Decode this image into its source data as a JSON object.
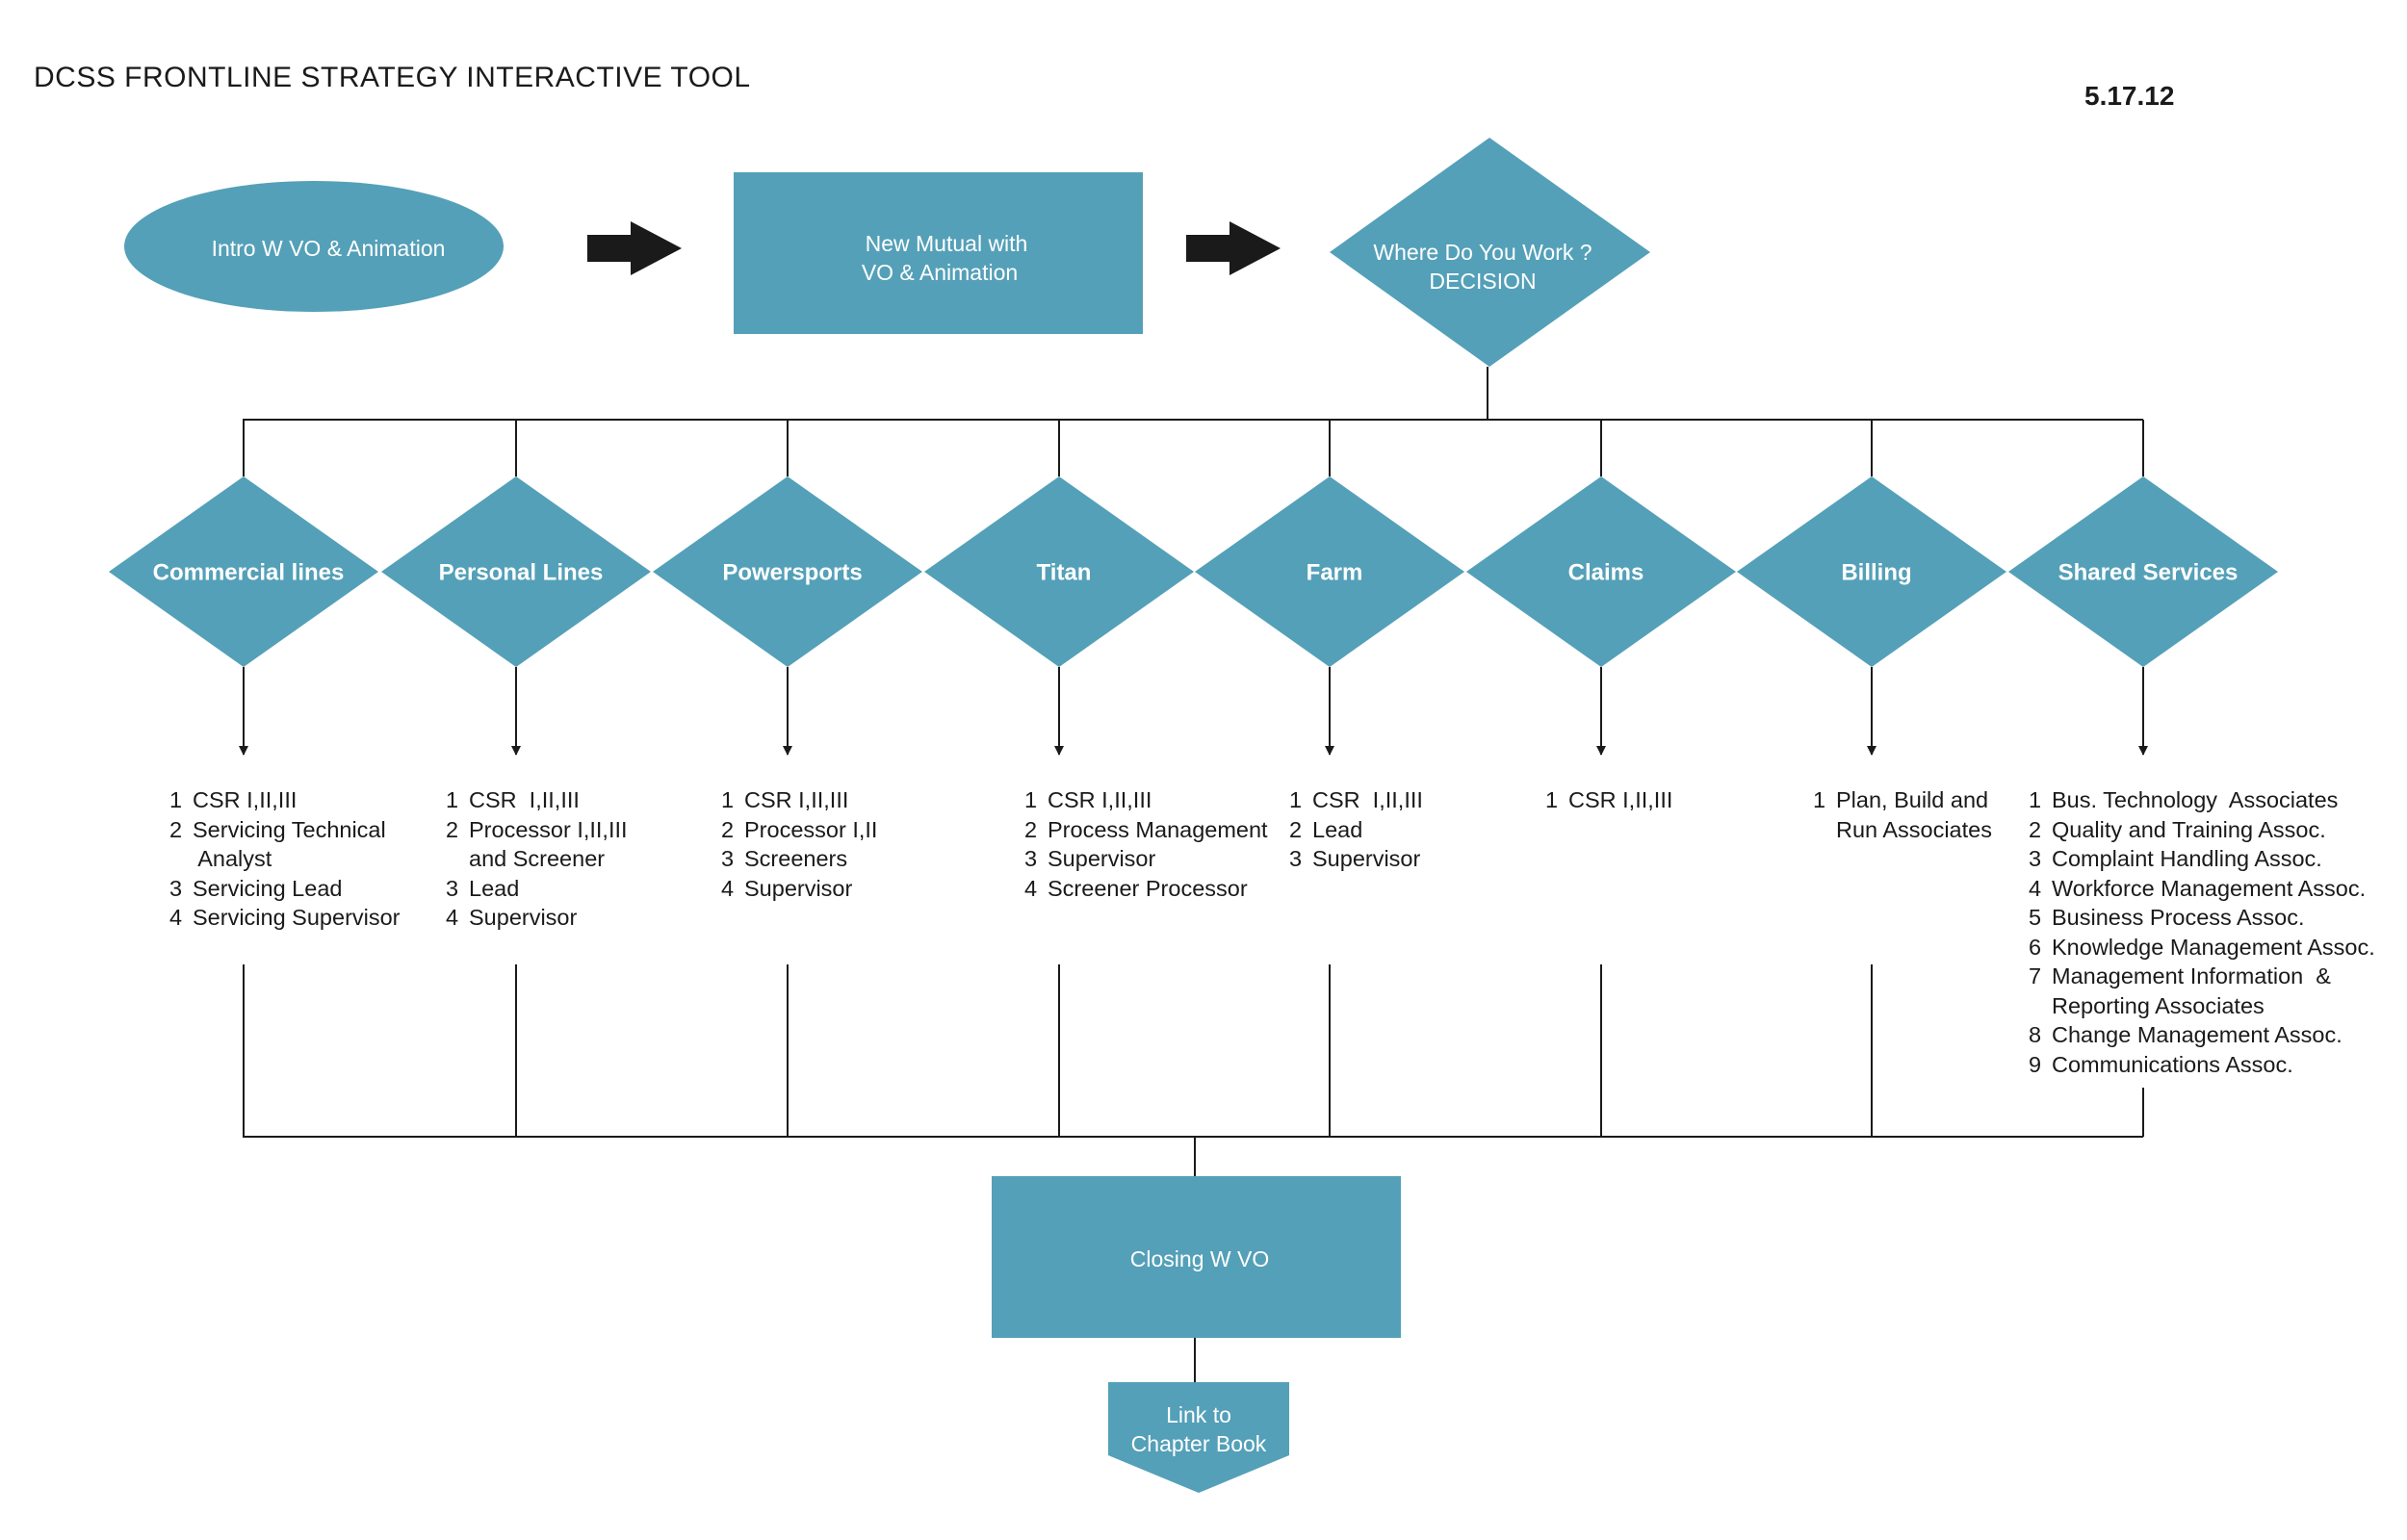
{
  "header": {
    "title": "DCSS FRONTLINE STRATEGY INTERACTIVE TOOL",
    "date": "5.17.12"
  },
  "flow": {
    "intro": "Intro W VO & Animation",
    "mutual": [
      "New Mutual with",
      "VO & Animation"
    ],
    "decision": [
      "Where Do You Work ?",
      "DECISION"
    ],
    "closing": "Closing W VO",
    "link": [
      "Link to",
      "Chapter Book"
    ]
  },
  "colors": {
    "node_fill": "#54a0b8",
    "line": "#1a1a1a"
  },
  "branches": [
    {
      "label": "Commercial lines",
      "items": [
        {
          "n": "1",
          "t": "CSR I,II,III"
        },
        {
          "n": "2",
          "t": "Servicing Technical\n Analyst"
        },
        {
          "n": "3",
          "t": "Servicing Lead"
        },
        {
          "n": "4",
          "t": "Servicing Supervisor"
        }
      ]
    },
    {
      "label": "Personal Lines",
      "items": [
        {
          "n": "1",
          "t": "CSR  I,II,III"
        },
        {
          "n": "2",
          "t": "Processor I,II,III\nand Screener"
        },
        {
          "n": "3",
          "t": "Lead"
        },
        {
          "n": "4",
          "t": "Supervisor"
        }
      ]
    },
    {
      "label": "Powersports",
      "items": [
        {
          "n": "1",
          "t": "CSR I,II,III"
        },
        {
          "n": "2",
          "t": "Processor I,II"
        },
        {
          "n": "3",
          "t": "Screeners"
        },
        {
          "n": "4",
          "t": "Supervisor"
        }
      ]
    },
    {
      "label": "Titan",
      "items": [
        {
          "n": "1",
          "t": "CSR I,II,III"
        },
        {
          "n": "2",
          "t": "Process Management"
        },
        {
          "n": "3",
          "t": "Supervisor"
        },
        {
          "n": "4",
          "t": "Screener Processor"
        }
      ]
    },
    {
      "label": "Farm",
      "items": [
        {
          "n": "1",
          "t": "CSR  I,II,III"
        },
        {
          "n": "2",
          "t": "Lead"
        },
        {
          "n": "3",
          "t": "Supervisor"
        }
      ]
    },
    {
      "label": "Claims",
      "items": [
        {
          "n": "1",
          "t": "CSR I,II,III"
        }
      ]
    },
    {
      "label": "Billing",
      "items": [
        {
          "n": "1",
          "t": "Plan, Build and\nRun Associates"
        }
      ]
    },
    {
      "label": "Shared Services",
      "items": [
        {
          "n": "1",
          "t": "Bus. Technology  Associates"
        },
        {
          "n": "2",
          "t": "Quality and Training Assoc."
        },
        {
          "n": "3",
          "t": "Complaint Handling Assoc."
        },
        {
          "n": "4",
          "t": "Workforce Management Assoc."
        },
        {
          "n": "5",
          "t": "Business Process Assoc."
        },
        {
          "n": "6",
          "t": "Knowledge Management Assoc."
        },
        {
          "n": "7",
          "t": "Management Information  &\nReporting Associates"
        },
        {
          "n": "8",
          "t": "Change Management Assoc."
        },
        {
          "n": "9",
          "t": "Communications Assoc."
        }
      ]
    }
  ]
}
